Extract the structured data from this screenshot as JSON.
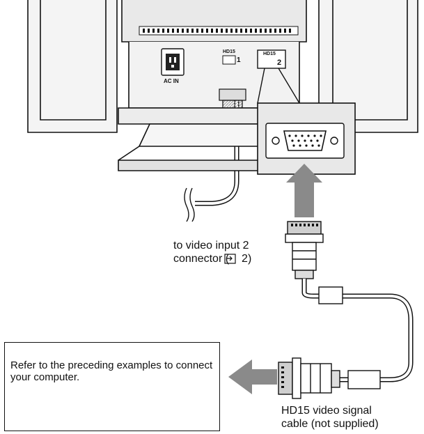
{
  "labels": {
    "ac_in": "AC IN",
    "port1_tag": "HD15",
    "port1_num": "1",
    "port2_tag": "HD15",
    "port2_num": "2",
    "video_input": "to video input 2",
    "connector_prefix": "connector (",
    "connector_num": "2)",
    "instruction": "Refer to the preceding examples to connect your computer.",
    "cable_line1": "HD15 video signal",
    "cable_line2": "cable (not supplied)"
  },
  "icons": [
    "power-socket-icon",
    "video-input-icon",
    "hd15-connector-icon",
    "arrow-up-icon",
    "arrow-left-icon"
  ]
}
